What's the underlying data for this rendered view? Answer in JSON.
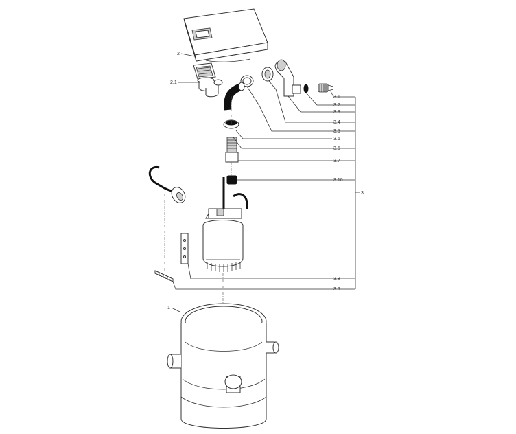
{
  "callouts": [
    {
      "id": "c-2",
      "text": "2"
    },
    {
      "id": "c-2-1",
      "text": "2.1"
    },
    {
      "id": "c-3-1",
      "text": "3.1"
    },
    {
      "id": "c-3-2",
      "text": "3.2"
    },
    {
      "id": "c-3-3",
      "text": "3.3"
    },
    {
      "id": "c-3-4",
      "text": "3.4"
    },
    {
      "id": "c-3-5a",
      "text": "3.5"
    },
    {
      "id": "c-3-6",
      "text": "3.6"
    },
    {
      "id": "c-3-5b",
      "text": "3.5"
    },
    {
      "id": "c-3-7",
      "text": "3.7"
    },
    {
      "id": "c-3-10",
      "text": "3.10"
    },
    {
      "id": "c-3-8",
      "text": "3.8"
    },
    {
      "id": "c-3-9",
      "text": "3.9"
    },
    {
      "id": "c-3",
      "text": "3"
    },
    {
      "id": "c-1",
      "text": "1"
    }
  ],
  "colors": {
    "line": "#333333",
    "fill": "#ffffff",
    "shade": "#cfcfcf",
    "dark": "#111111"
  }
}
